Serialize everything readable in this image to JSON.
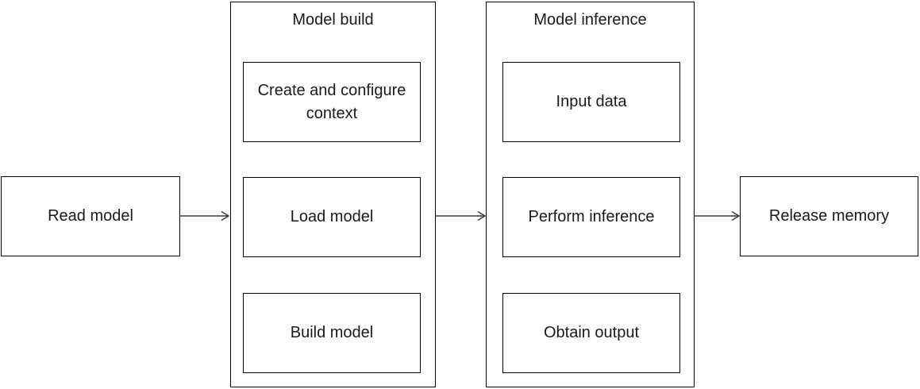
{
  "diagram": {
    "colors": {
      "background": "#ffffff",
      "border_color": "#000000",
      "text_color": "#1a1a1a",
      "arrow_color": "#3d3d3d"
    },
    "nodes": {
      "read_model": "Read model",
      "release_memory": "Release memory"
    },
    "groups": [
      {
        "title": "Model build",
        "steps": [
          "Create and configure context",
          "Load model",
          "Build model"
        ]
      },
      {
        "title": "Model inference",
        "steps": [
          "Input data",
          "Perform inference",
          "Obtain output"
        ]
      }
    ],
    "connections": [
      {
        "from": "Read model",
        "to": "Model build"
      },
      {
        "from": "Model build",
        "to": "Model inference"
      },
      {
        "from": "Model inference",
        "to": "Release memory"
      }
    ]
  }
}
